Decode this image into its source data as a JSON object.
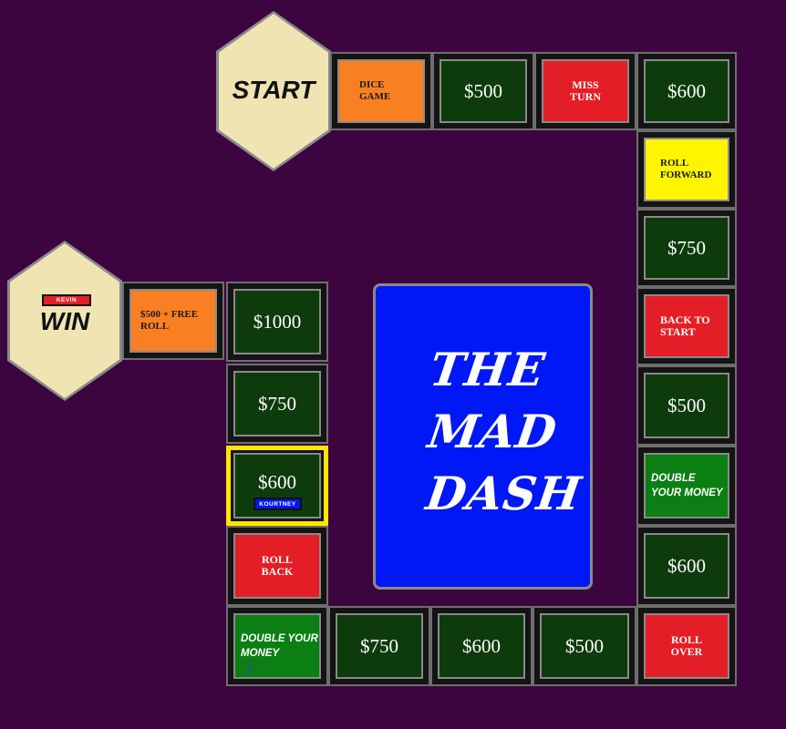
{
  "start": {
    "label": "START"
  },
  "win": {
    "label": "WIN",
    "player_token": "KEVIN"
  },
  "title": {
    "line1": "THE",
    "line2": "MAD",
    "line3": "DASH"
  },
  "spaces": {
    "dice_game": "DICE GAME",
    "top_500": "$500",
    "miss_turn": "MISS TURN",
    "top_600": "$600",
    "roll_forward": "ROLL FORWARD",
    "right_750": "$750",
    "back_to_start": "BACK TO START",
    "right_500": "$500",
    "right_double": "DOUBLE YOUR MONEY",
    "right_600": "$600",
    "roll_over": "ROLL OVER",
    "bottom_500": "$500",
    "bottom_600": "$600",
    "bottom_750": "$750",
    "bottom_double": "DOUBLE YOUR MONEY",
    "roll_back": "ROLL BACK",
    "left_600": "$600",
    "left_750": "$750",
    "left_1000": "$1000",
    "free_roll": "$500 + FREE ROLL"
  },
  "current_player_token": "KOURTNEY",
  "colors": {
    "background": "#3d0540",
    "money": "#0d3b0b",
    "penalty": "#e41e26",
    "bonus": "#f98022",
    "roll_forward": "#fff500",
    "double": "#0b7f14",
    "title_card": "#0017f6",
    "highlight": "#ffe600",
    "hex": "#f0e4b3"
  }
}
